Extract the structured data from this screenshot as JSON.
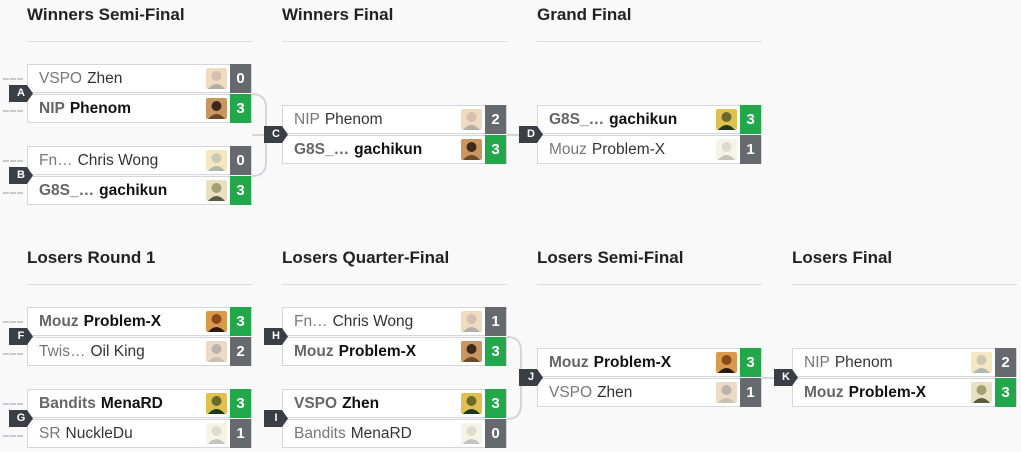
{
  "rounds": {
    "winners_semi": "Winners Semi-Final",
    "winners_final": "Winners Final",
    "grand_final": "Grand Final",
    "losers_r1": "Losers Round 1",
    "losers_qf": "Losers Quarter-Final",
    "losers_sf": "Losers Semi-Final",
    "losers_final": "Losers Final"
  },
  "matches": {
    "A": {
      "label": "A",
      "top": {
        "tag": "VSPO",
        "name": "Zhen",
        "score": "0",
        "result": "lose"
      },
      "bot": {
        "tag": "NIP",
        "name": "Phenom",
        "score": "3",
        "result": "win"
      }
    },
    "B": {
      "label": "B",
      "top": {
        "tag": "Fn…",
        "name": "Chris Wong",
        "score": "0",
        "result": "lose"
      },
      "bot": {
        "tag": "G8S_…",
        "name": "gachikun",
        "score": "3",
        "result": "win"
      }
    },
    "C": {
      "label": "C",
      "top": {
        "tag": "NIP",
        "name": "Phenom",
        "score": "2",
        "result": "lose"
      },
      "bot": {
        "tag": "G8S_…",
        "name": "gachikun",
        "score": "3",
        "result": "win"
      }
    },
    "D": {
      "label": "D",
      "top": {
        "tag": "G8S_…",
        "name": "gachikun",
        "score": "3",
        "result": "win"
      },
      "bot": {
        "tag": "Mouz",
        "name": "Problem-X",
        "score": "1",
        "result": "lose"
      }
    },
    "F": {
      "label": "F",
      "top": {
        "tag": "Mouz",
        "name": "Problem-X",
        "score": "3",
        "result": "win"
      },
      "bot": {
        "tag": "Twis…",
        "name": "Oil King",
        "score": "2",
        "result": "lose"
      }
    },
    "G": {
      "label": "G",
      "top": {
        "tag": "Bandits",
        "name": "MenaRD",
        "score": "3",
        "result": "win"
      },
      "bot": {
        "tag": "SR",
        "name": "NuckleDu",
        "score": "1",
        "result": "lose"
      }
    },
    "H": {
      "label": "H",
      "top": {
        "tag": "Fn…",
        "name": "Chris Wong",
        "score": "1",
        "result": "lose"
      },
      "bot": {
        "tag": "Mouz",
        "name": "Problem-X",
        "score": "3",
        "result": "win"
      }
    },
    "I": {
      "label": "I",
      "top": {
        "tag": "VSPO",
        "name": "Zhen",
        "score": "3",
        "result": "win"
      },
      "bot": {
        "tag": "Bandits",
        "name": "MenaRD",
        "score": "0",
        "result": "lose"
      }
    },
    "J": {
      "label": "J",
      "top": {
        "tag": "Mouz",
        "name": "Problem-X",
        "score": "3",
        "result": "win"
      },
      "bot": {
        "tag": "VSPO",
        "name": "Zhen",
        "score": "1",
        "result": "lose"
      }
    },
    "K": {
      "label": "K",
      "top": {
        "tag": "NIP",
        "name": "Phenom",
        "score": "2",
        "result": "lose"
      },
      "bot": {
        "tag": "Mouz",
        "name": "Problem-X",
        "score": "3",
        "result": "win"
      }
    }
  },
  "colors": {
    "win": "#22a84a",
    "lose": "#666a6f",
    "badge": "#3a3f45"
  },
  "icons": {
    "character_portrait": "character-portrait-icon",
    "dual_portrait": "dual-character-portrait-icon"
  }
}
